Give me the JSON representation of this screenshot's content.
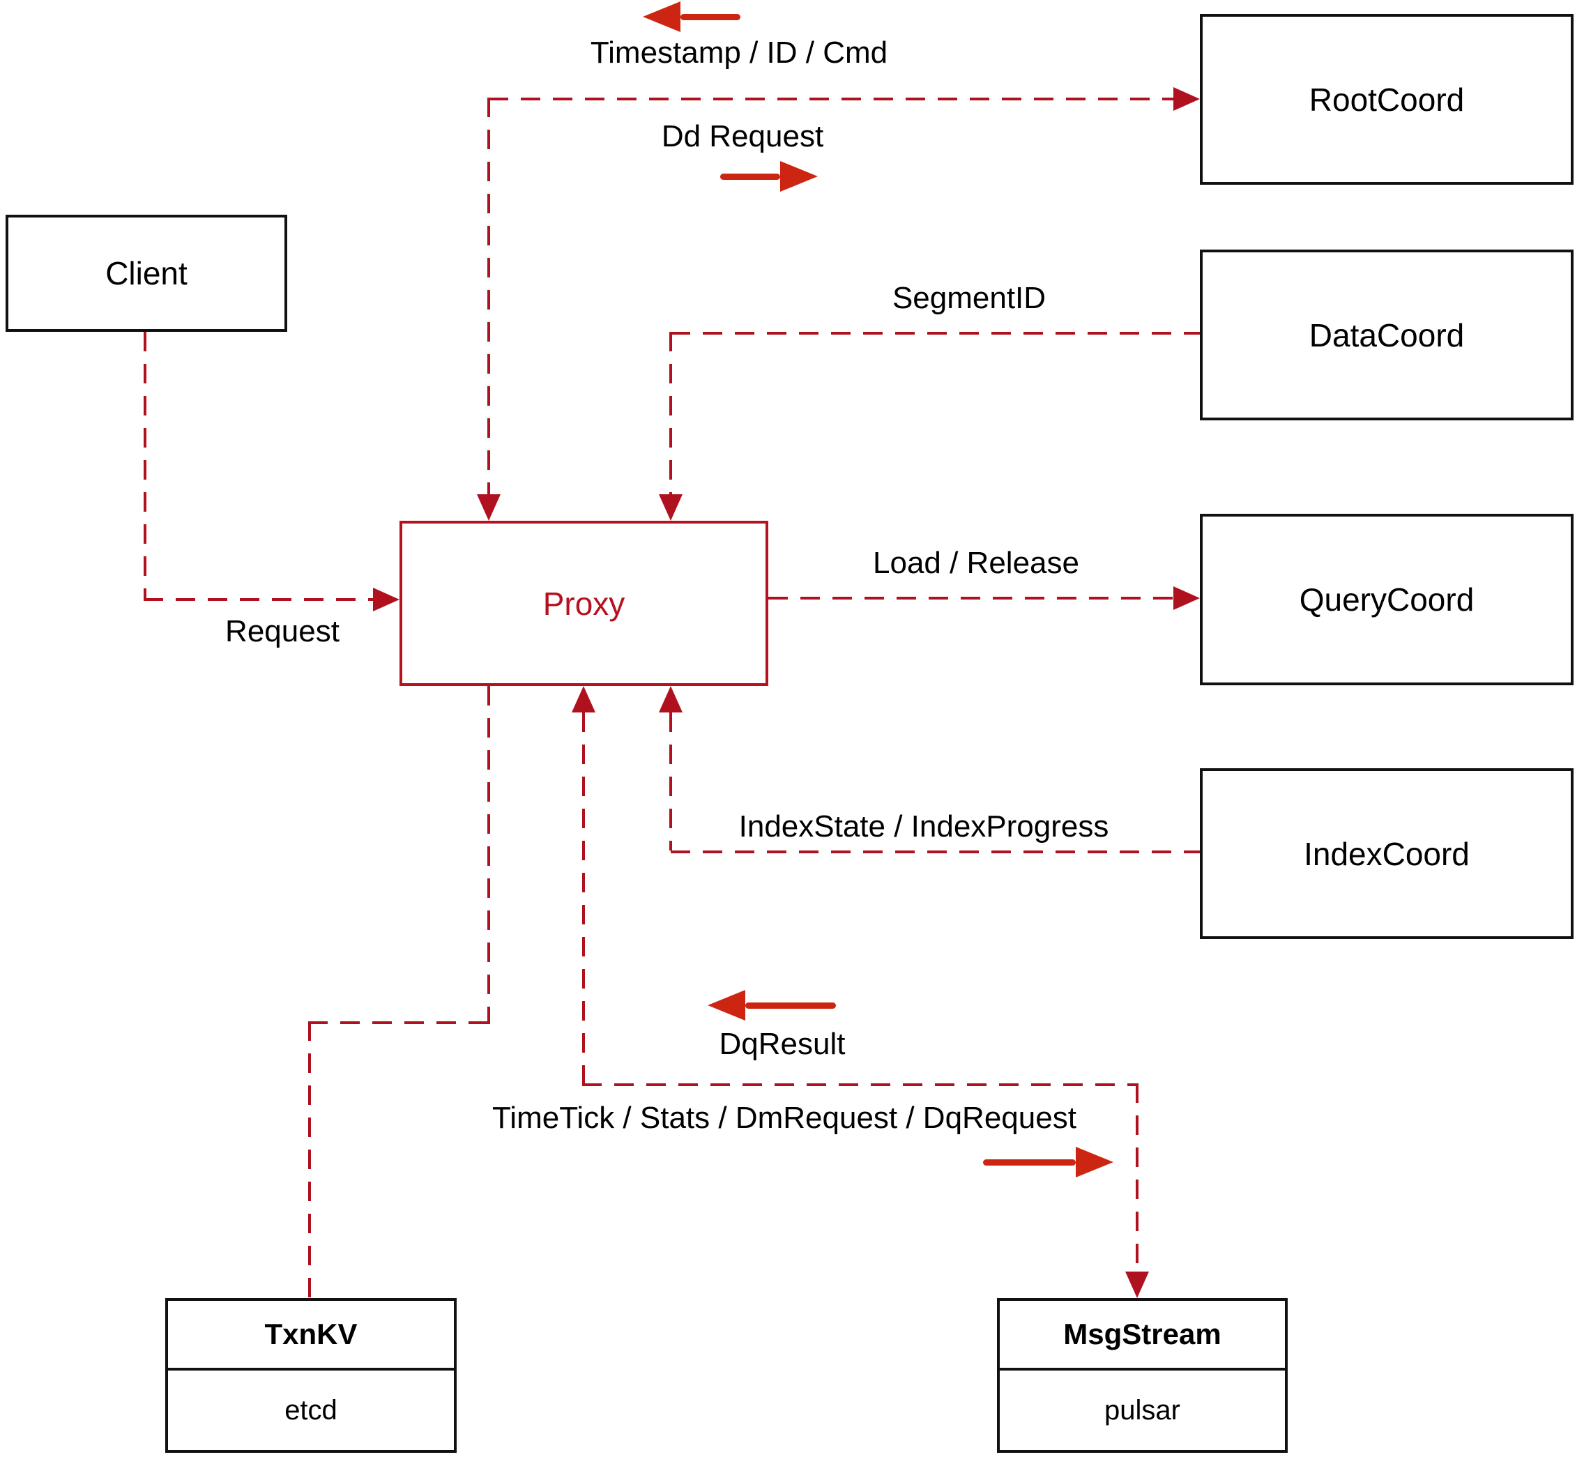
{
  "diagram": {
    "colors": {
      "dashed_line_red": "#b0111f",
      "solid_arrow_red": "#cc2613",
      "proxy_red": "#b5121e",
      "box_border_black": "#111111",
      "text_black": "#000000",
      "background": "#ffffff"
    },
    "nodes": {
      "client": {
        "label": "Client"
      },
      "proxy": {
        "label": "Proxy"
      },
      "rootcoord": {
        "label": "RootCoord"
      },
      "datacoord": {
        "label": "DataCoord"
      },
      "querycoord": {
        "label": "QueryCoord"
      },
      "indexcoord": {
        "label": "IndexCoord"
      },
      "txnkv": {
        "title": "TxnKV",
        "subtitle": "etcd"
      },
      "msgstream": {
        "title": "MsgStream",
        "subtitle": "pulsar"
      }
    },
    "edge_labels": {
      "timestamp_id_cmd": "Timestamp / ID / Cmd",
      "dd_request": "Dd Request",
      "segment_id": "SegmentID",
      "request": "Request",
      "load_release": "Load / Release",
      "index_state_progress": "IndexState / IndexProgress",
      "dq_result": "DqResult",
      "timetick_stats": "TimeTick / Stats / DmRequest / DqRequest"
    }
  }
}
